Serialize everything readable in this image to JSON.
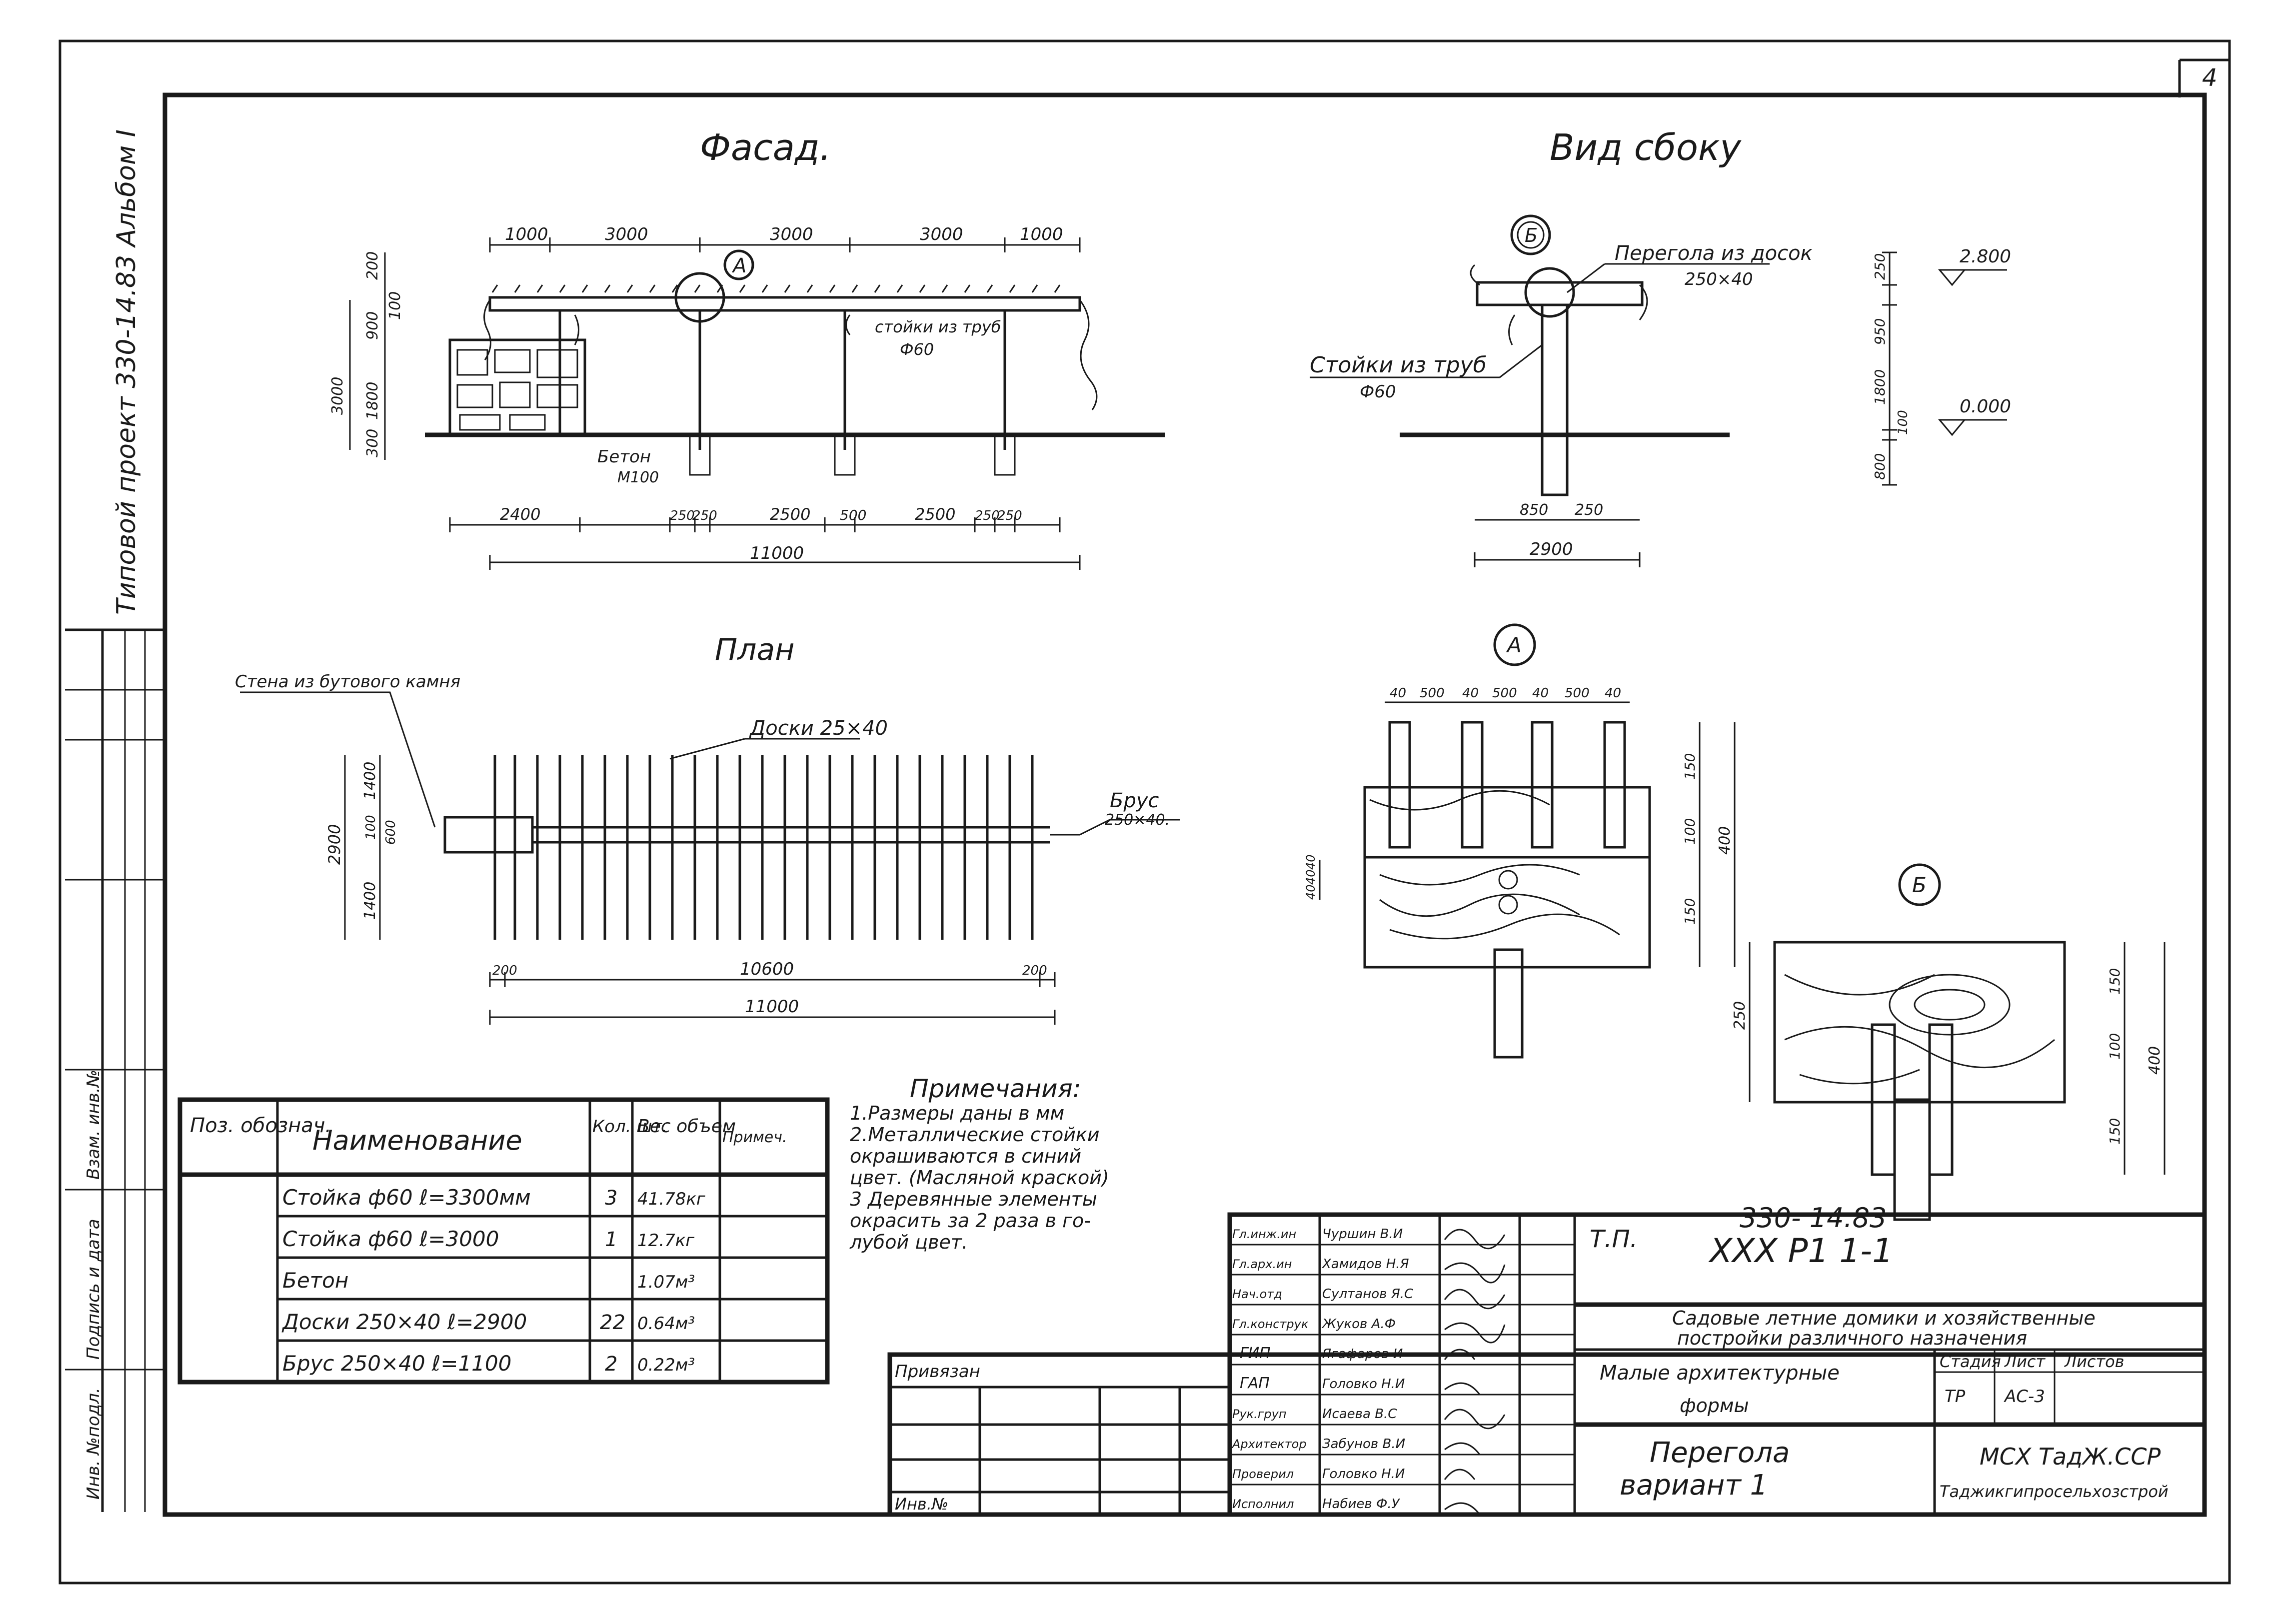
{
  "sheet_number": "4",
  "side_strip": {
    "project_label": "Типовой проект   330-14.83 Альбом I",
    "stamp_labels": [
      "Инв. №подл.",
      "Подпись и дата",
      "Взам. инв.№"
    ]
  },
  "facade": {
    "title": "Фасад.",
    "top_dims": [
      "1000",
      "3000",
      "3000",
      "3000",
      "1000"
    ],
    "left_dims": [
      "3000",
      "1800",
      "900",
      "200",
      "100",
      "300"
    ],
    "bottom_dims": [
      "2400",
      "250",
      "250",
      "2500",
      "500",
      "2500",
      "250",
      "250"
    ],
    "overall": "11000",
    "labels": {
      "pipes": "стойки из труб",
      "pipes_dia": "Ф60",
      "beton": "Бетон",
      "beton_mark": "М100"
    },
    "marker": "А"
  },
  "side_view": {
    "title": "Вид сбоку",
    "marker": "Б",
    "labels": {
      "pergola": "Перегола из досок",
      "pergola_size": "250×40",
      "pipes": "Стойки из труб",
      "pipes_dia": "Ф60"
    },
    "right_dims": [
      "250",
      "950",
      "1800",
      "100",
      "800"
    ],
    "levels": [
      "2.800",
      "0.000"
    ],
    "bottom_dims": [
      "850",
      "250"
    ],
    "overall": "2900"
  },
  "plan": {
    "title": "План",
    "labels": {
      "wall": "Стена из бутового камня",
      "boards": "Доски 25×40",
      "beam": "Брус",
      "beam_size": "250×40."
    },
    "left_dims": [
      "2900",
      "1400",
      "100",
      "600",
      "1400"
    ],
    "bottom_dims": [
      "200",
      "10600",
      "200"
    ],
    "overall": "11000"
  },
  "detail_a": {
    "marker": "А",
    "top_dims": [
      "40",
      "500",
      "40",
      "500",
      "40",
      "500",
      "40"
    ],
    "right_dims": [
      "150",
      "100",
      "150"
    ],
    "right_total": "400",
    "left_dims": [
      "40",
      "40",
      "40"
    ]
  },
  "detail_b": {
    "marker": "Б",
    "left_dim": "250",
    "right_dims": [
      "150",
      "100",
      "150"
    ],
    "right_total": "400"
  },
  "table": {
    "headers": {
      "pos": "Поз. обознач.",
      "name": "Наименование",
      "qty": "Кол. шт.",
      "weight": "Вес объем",
      "note": "Примеч."
    },
    "rows": [
      {
        "name": "Стойка ф60 ℓ=3300мм",
        "qty": "3",
        "weight": "41.78кг"
      },
      {
        "name": "Стойка ф60 ℓ=3000",
        "qty": "1",
        "weight": "12.7кг"
      },
      {
        "name": "Бетон",
        "qty": "",
        "weight": "1.07м³"
      },
      {
        "name": "Доски 250×40 ℓ=2900",
        "qty": "22",
        "weight": "0.64м³"
      },
      {
        "name": "Брус 250×40 ℓ=1100",
        "qty": "2",
        "weight": "0.22м³"
      }
    ]
  },
  "notes": {
    "title": "Примечания:",
    "lines": [
      "1.Размеры даны в мм",
      "2.Металлические стойки",
      "окрашиваются в синий",
      "цвет. (Масляной краской)",
      "3 Деревянные элементы",
      "окрасить за 2 раза в го-",
      "лубой цвет."
    ]
  },
  "title_block": {
    "binding": "Привязан",
    "inv": "Инв.№",
    "roles": [
      "Гл.инж.ин",
      "Гл.арх.ин",
      "Нач.отд",
      "Гл.конструк",
      "ГИП",
      "ГАП",
      "Рук.груп",
      "Архитектор",
      "Проверил",
      "Исполнил"
    ],
    "names": [
      "Чуршин В.И",
      "Хамидов Н.Я",
      "Султанов Я.С",
      "Жуков А.Ф",
      "Ягафаров И",
      "Головко Н.И",
      "Исаева В.С",
      "Забунов В.И",
      "Головко Н.И",
      "Набиев Ф.У"
    ],
    "project": "Т.П.",
    "code1": "330- 14.83",
    "code2": "XXX  P1  1-1",
    "subject_1": "Садовые летние домики и хозяйственные",
    "subject_2": "постройки различного назначения",
    "section_1": "Малые архитектурные",
    "section_2": "формы",
    "stage_hdr": "Стадия",
    "sheet_hdr": "Лист",
    "sheets_hdr": "Листов",
    "stage": "ТР",
    "sheet": "АС-3",
    "drawing_1": "Перегола",
    "drawing_2": "вариант 1",
    "org_1": "МСХ ТадЖ.ССР",
    "org_2": "Таджикгипросельхозстрой"
  }
}
